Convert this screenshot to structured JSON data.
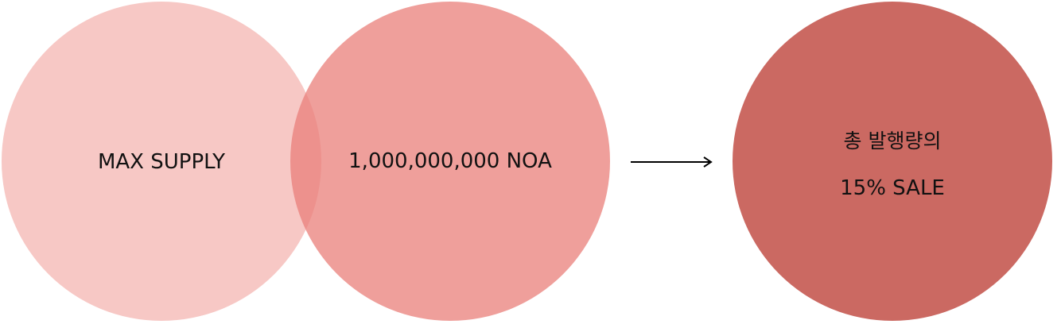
{
  "diagram": {
    "max_supply_label": "MAX SUPPLY",
    "supply_amount": "1,000,000,000 NOA",
    "sale_line1": "총 발행량의",
    "sale_line2": "15% SALE"
  },
  "colors": {
    "left_circle": "#f4b6b2",
    "middle_circle": "#e97f7a",
    "right_circle": "#cb6962",
    "arrow": "#000000"
  }
}
